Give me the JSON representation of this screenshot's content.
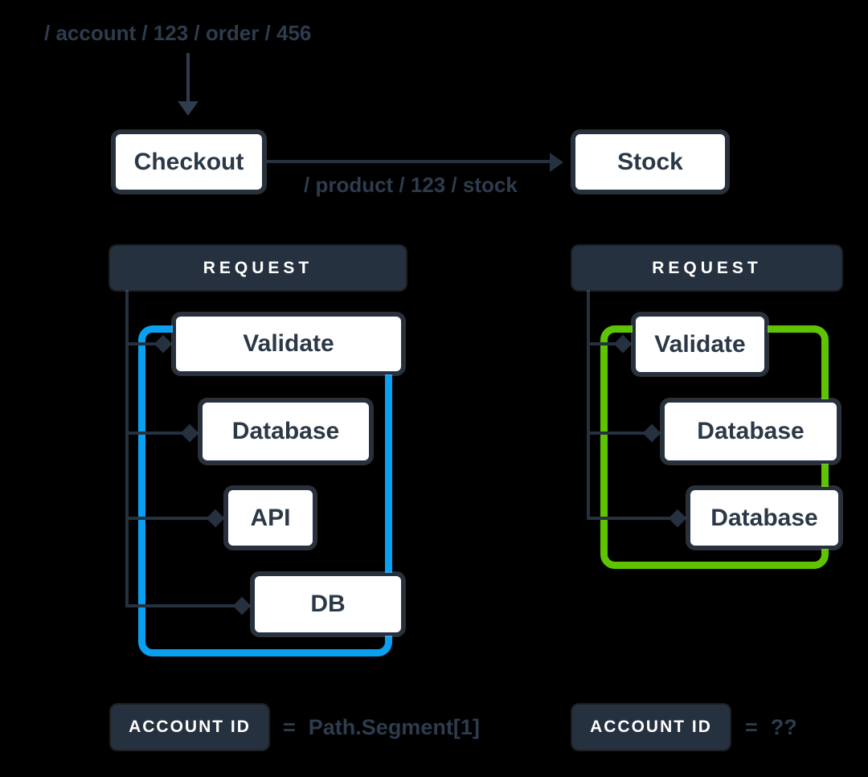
{
  "colors": {
    "background": "#000000",
    "slate": "#263140",
    "box_text": "#2b3847",
    "muted_label": "#2e3c4d",
    "blue_trace": "#0aa0f2",
    "green_trace": "#5ec301",
    "box_fill": "#ffffff"
  },
  "top": {
    "incoming_path": "/ account / 123 / order / 456"
  },
  "services": {
    "checkout_label": "Checkout",
    "stock_label": "Stock",
    "call_path": "/ product / 123 / stock"
  },
  "left_trace": {
    "header": "REQUEST",
    "nodes": [
      "Validate",
      "Database",
      "API",
      "DB"
    ]
  },
  "right_trace": {
    "header": "REQUEST",
    "nodes": [
      "Validate",
      "Database",
      "Database"
    ]
  },
  "footer": {
    "left": {
      "badge": "ACCOUNT ID",
      "equals": "=",
      "value": "Path.Segment[1]"
    },
    "right": {
      "badge": "ACCOUNT ID",
      "equals": "=",
      "value": "??"
    }
  }
}
